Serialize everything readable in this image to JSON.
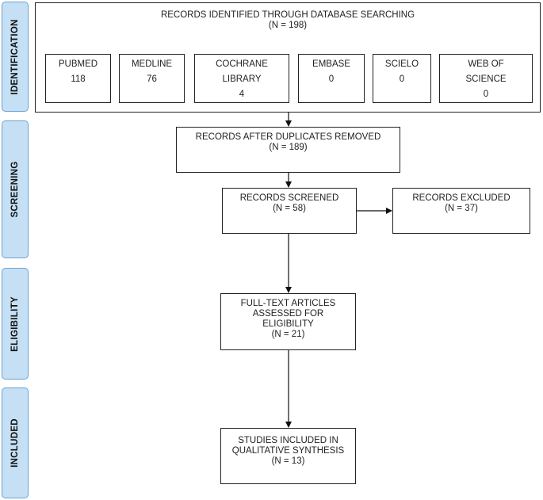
{
  "phases": {
    "identification": "IDENTIFICATION",
    "screening": "SCREENING",
    "eligibility": "ELIGIBILITY",
    "included": "INCLUDED"
  },
  "identified": {
    "title": "RECORDS IDENTIFIED THROUGH DATABASE SEARCHING",
    "count": "(N = 198)",
    "databases": [
      {
        "name": "PUBMED",
        "count": "118"
      },
      {
        "name": "MEDLINE",
        "count": "76"
      },
      {
        "name": "COCHRANE",
        "name2": "LIBRARY",
        "count": "4"
      },
      {
        "name": "EMBASE",
        "count": "0"
      },
      {
        "name": "SCIELO",
        "count": "0"
      },
      {
        "name": "WEB OF",
        "name2": "SCIENCE",
        "count": "0"
      }
    ]
  },
  "duplicates_removed": {
    "title": "RECORDS AFTER DUPLICATES REMOVED",
    "count": "(N = 189)"
  },
  "screened": {
    "title": "RECORDS SCREENED",
    "count": "(N = 58)"
  },
  "excluded": {
    "title": "RECORDS EXCLUDED",
    "count": "(N = 37)"
  },
  "full_text": {
    "line1": "FULL-TEXT ARTICLES",
    "line2": "ASSESSED FOR",
    "line3": "ELIGIBILITY",
    "count": "(N = 21)"
  },
  "included_studies": {
    "line1": "STUDIES INCLUDED IN",
    "line2": "QUALITATIVE SYNTHESIS",
    "count": "(N =  13)"
  }
}
